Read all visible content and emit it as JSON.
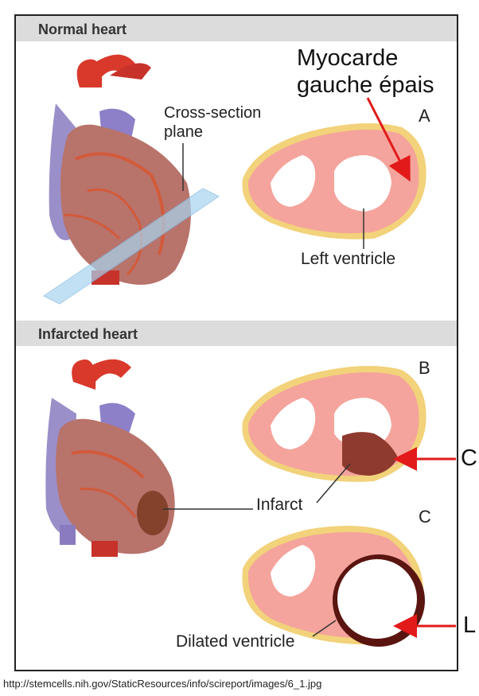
{
  "sections": {
    "normal_title": "Normal heart",
    "infarcted_title": "Infarcted heart"
  },
  "labels": {
    "cross_section_plane": [
      "Cross-section",
      "plane"
    ],
    "left_ventricle": "Left ventricle",
    "infarct": "Infarct",
    "dilated_ventricle": "Dilated ventricle",
    "panel_a": "A",
    "panel_b": "B",
    "panel_c": "C"
  },
  "annotations": {
    "myocarde": [
      "Myocarde",
      "gauche épais"
    ],
    "c_cut": "C",
    "l_cut": "L"
  },
  "colors": {
    "myocardium": "#f4a49c",
    "pericardium_fat": "#f2d27a",
    "infarct": "#8e3a2e",
    "dilated_wall": "#5a1510",
    "arrow": "#e21a1a",
    "plane": "#a8d4ef"
  },
  "footer": "http://stemcells.nih.gov/StaticResources/info/scireport/images/6_1.jpg"
}
